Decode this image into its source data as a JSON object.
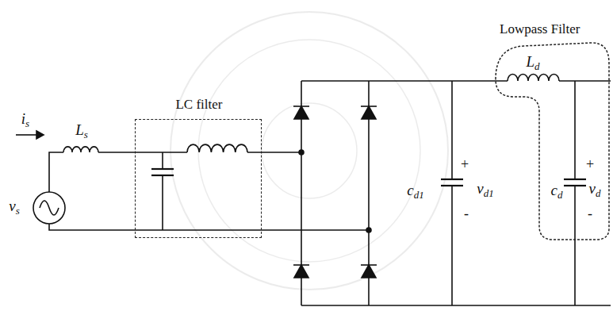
{
  "diagram": {
    "nodes": [
      {
        "text": [
          "LC filter"
        ]
      },
      {
        "text": [
          "Lowpass Filter"
        ]
      }
    ],
    "labels": [
      "is",
      "Ls",
      "vs",
      "cd1",
      "+",
      "vd1",
      "-",
      "Ld",
      "cd",
      "+",
      "vd",
      "-"
    ]
  }
}
